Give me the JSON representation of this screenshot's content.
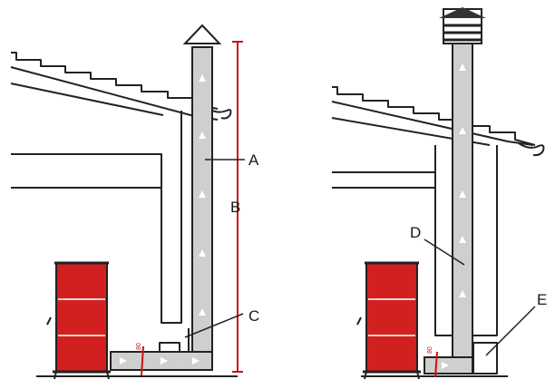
{
  "labels": {
    "a": "A",
    "b": "B",
    "c": "C",
    "d": "D",
    "e": "E",
    "left_pipe_marker": "80",
    "right_pipe_marker": "80"
  },
  "colors": {
    "stove": "#d21f1f",
    "pipe": "#cfcfcf",
    "outline": "#222222",
    "dimension": "#cc1111"
  }
}
